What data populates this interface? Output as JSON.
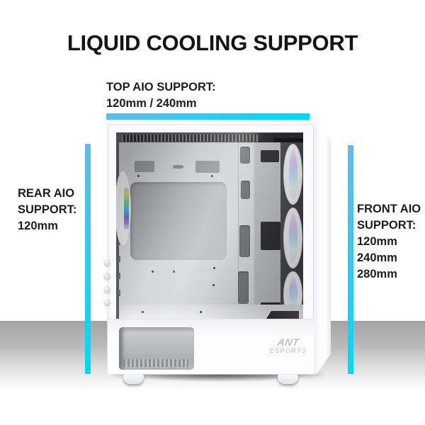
{
  "title": "LIQUID COOLING SUPPORT",
  "annotations": {
    "top": {
      "label": "TOP AIO SUPPORT:",
      "value": "120mm / 240mm"
    },
    "rear": {
      "line1": "REAR AIO",
      "line2": "SUPPORT:",
      "sizes": [
        "120mm"
      ]
    },
    "front": {
      "line1": "FRONT AIO",
      "line2": "SUPPORT:",
      "sizes": [
        "120mm",
        "240mm",
        "280mm"
      ]
    }
  },
  "product": {
    "brand": "ANT",
    "brand_sub": "ESPORTS"
  },
  "colors": {
    "accent_start": "#63BAEA",
    "accent_end": "#00D9F4",
    "title": "#141414",
    "floor": "#A3A3A3",
    "case_white": "#FBFBFD"
  }
}
